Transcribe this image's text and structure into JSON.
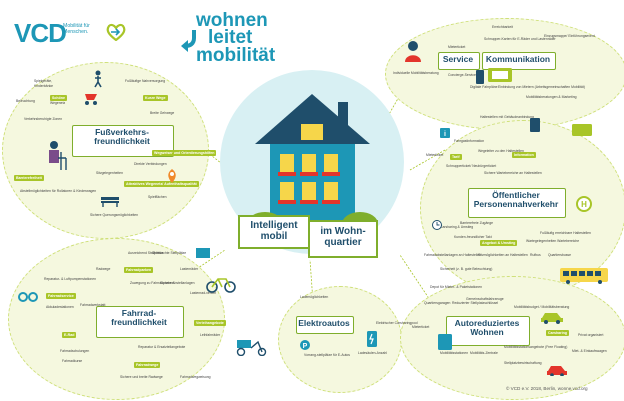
{
  "header": {
    "vcd": "VCD",
    "vcd_sub_1": "Mobilität für",
    "vcd_sub_2": "Menschen.",
    "wlm_1": "wohnen",
    "wlm_2": "leitet",
    "wlm_3": "mobilität"
  },
  "center": {
    "left_1": "Intelligent",
    "left_2": "mobil",
    "right_1": "im Wohn-",
    "right_2": "quartier"
  },
  "nodes": {
    "fuss": {
      "title_1": "Fußverkehrs-",
      "title_2": "freundlichkeit",
      "items": [
        "Spielgeräte,",
        "Kinderbänke",
        "Schöne",
        "Wegenetz",
        "Kurze Wege",
        "Fußläufige Nahversorgung",
        "Beleuchtung",
        "Verkehrsberuhigte Zonen",
        "Breite Gehwege",
        "Barrierefreiheit",
        "Abstellmöglichkeiten für Rollatoren & Kinderwagen",
        "Wegweiser und Orientierungshilfen",
        "Attraktives Wegenetz/ Aufenthaltsqualität",
        "Direkte Verbindungen",
        "Sitzgelegenheiten",
        "Sichere Querungsmöglichkeiten",
        "Spielflächen"
      ]
    },
    "service": {
      "title": "Service",
      "items": [
        "Individuelle Mobilitätsberatung",
        "Mieterticket",
        "Concierge-Service",
        "Erreichbarkeit",
        "Schnupper-Karten für E-Räder und Lastenräder"
      ]
    },
    "kommunikation": {
      "title": "Kommunikation",
      "items": [
        "Einzugsmappe/ Einführungsevent",
        "Einbindung von Mietern (Arbeitsgemeinschaften Mobilität)",
        "Mobilitätsberatungen & Marketing",
        "Digitale Fahrpläne",
        "Digitale Fahrplaninfos im Quartier",
        "Fahrpläne zum Ausdrucken"
      ]
    },
    "oepnv": {
      "title_1": "Öffentlicher",
      "title_2": "Personennahverkehr",
      "items": [
        "Mieterticket",
        "Tarif",
        "Information",
        "Schnupperticket/ Neubürgerticket",
        "Fahrgastinformation",
        "Wegeleiter zu den Haltestellen",
        "Sichere Wartebereiche an Haltestellen",
        "Haltestellen mit Gebäudeanbindung",
        "Kunden-freundlicher Takt",
        "Barrierefreie Zugänge",
        "Angebot & Umstieg",
        "Wartegelegenheiten Wartebereiche",
        "Sitzmöglichkeiten an Haltestellen",
        "Rufbus",
        "Quartiersbusse",
        "Fahrradabstellanlagen an Haltestellen",
        "Sicherheit (z. B. gute Beleuchtung)",
        "Fußläufig erreichbare Haltestellen",
        "Carsharing & Umstieg"
      ]
    },
    "fahrrad": {
      "title_1": "Fahrrad-",
      "title_2": "freundlichkeit",
      "items": [
        "Fahrradparken",
        "Fahrradservice",
        "Verleihangebote",
        "Fahrradwege",
        "E-Rad",
        "Lastenräder",
        "Ausreichend Stellplätze",
        "Überdachte Stellplätze",
        "Radwege",
        "Reparatur- & Luftpumpenstationen",
        "Fahrradwerkstatt",
        "Akkuladestationen",
        "Lastenrad-verleih",
        "Fahrradwegweisung",
        "Zuwegung zu Fahrradparken",
        "Sichere Abstellanlagen",
        "Reparatur & Ersatzteilangebote",
        "Fahrradschulungen",
        "Fahrradkurse",
        "Leihfahrräder",
        "Sichere und breite Radwege"
      ]
    },
    "elektro": {
      "title": "Elektroautos",
      "items": [
        "Lademöglichkeiten",
        "Vorrang-stellplätze für E-Autos",
        "Ladesäulen-Anzahl",
        "Elektrischer Carsharingpool"
      ]
    },
    "autoreduziert": {
      "title_1": "Autoreduziertes",
      "title_2": "Wohnen",
      "items": [
        "Carsharing",
        "Mieterticket",
        "Mobilitätsstationen",
        "Mobilitäts-Zentrale",
        "Gemeinschaftsfahrzeuge",
        "Mobilitätsstationsangebote (Free Floating)",
        "Reduzierter Stellplatzschlüssel",
        "Quartiersgaragen",
        "Stellplatzbewirtschaftung",
        "Privat organisiert",
        "Miet- & Einkaufswagen",
        "Depot für Mieter- & Paketstationen",
        "Mobilitätsbudget / Mobilitätsberatung"
      ]
    }
  },
  "footer": "© VCD e.V. 2018, Berlin, wonne.vcd.org",
  "colors": {
    "green": "#a8c528",
    "dark_green": "#7fae2c",
    "navy": "#1f4e6b",
    "teal": "#1d97b6",
    "light": "#f5f8df",
    "house_circle": "#1d97b6"
  }
}
